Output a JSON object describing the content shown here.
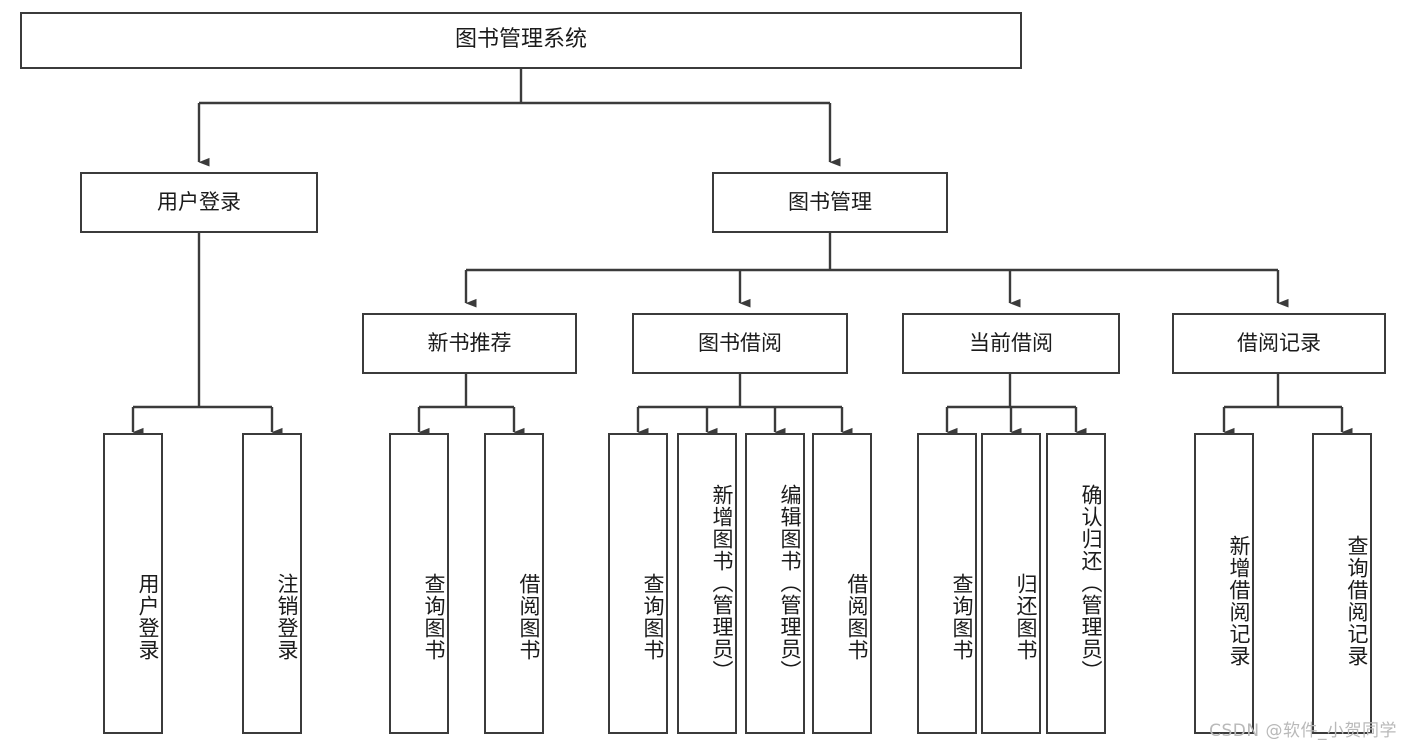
{
  "diagram": {
    "title": "图书管理系统",
    "type": "hierarchy-tree",
    "root": {
      "label": "图书管理系统"
    },
    "level2": [
      {
        "label": "用户登录"
      },
      {
        "label": "图书管理"
      }
    ],
    "level3": [
      {
        "label": "新书推荐"
      },
      {
        "label": "图书借阅"
      },
      {
        "label": "当前借阅"
      },
      {
        "label": "借阅记录"
      }
    ],
    "leaves": {
      "user_login": [
        {
          "label": "用户登录"
        },
        {
          "label": "注销登录"
        }
      ],
      "new_book_recommend": [
        {
          "label": "查询图书"
        },
        {
          "label": "借阅图书"
        }
      ],
      "book_borrow": [
        {
          "label": "查询图书"
        },
        {
          "label": "新增图书（管理员）"
        },
        {
          "label": "编辑图书（管理员）"
        },
        {
          "label": "借阅图书"
        }
      ],
      "current_borrow": [
        {
          "label": "查询图书"
        },
        {
          "label": "归还图书"
        },
        {
          "label": "确认归还（管理员）"
        }
      ],
      "borrow_record": [
        {
          "label": "新增借阅记录"
        },
        {
          "label": "查询借阅记录"
        }
      ]
    }
  },
  "watermark": {
    "text": "CSDN @软件_小贺同学"
  },
  "colors": {
    "stroke": "#3b3b3b",
    "text": "#1b1b1b",
    "background": "#ffffff",
    "watermark": "#b9b9b9"
  }
}
